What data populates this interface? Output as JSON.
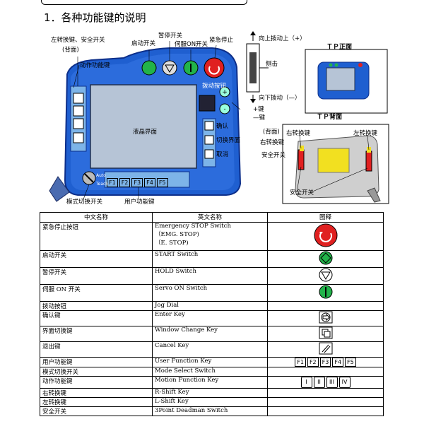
{
  "section_title": "1．各种功能键的说明",
  "diagram_labels": {
    "shift_safety": "左转换键、安全开关",
    "back_side": "(背面)",
    "start_switch": "启动开关",
    "hold_switch": "暂停开关",
    "servo_on_switch": "伺服ON开关",
    "emergency_stop": "紧急停止",
    "jog_up": "向上拨动上（+）",
    "jog_press": "侧击",
    "jog_down": "向下拨动（—）",
    "jog_dial": "拨动按钮",
    "plus_key": "+键",
    "minus_key": "—键",
    "motion_keys": "动作功能键",
    "lcd": "液晶界面",
    "confirm": "确认",
    "window_switch": "切换界面",
    "cancel": "取消",
    "right_shift_back": "(背面)",
    "right_shift": "右转换键",
    "safety_switch": "安全开关",
    "mode_switch": "模式切换开关",
    "user_keys": "用户功能键",
    "auto_label": "Auto",
    "teach_label": "Teach",
    "tp_front": "ＴＰ正面",
    "tp_back": "ＴＰ背面",
    "back_right_shift": "右转换键",
    "back_left_shift": "左转换键",
    "back_safety": "安全开关"
  },
  "function_keys": [
    "F1",
    "F2",
    "F3",
    "F4",
    "F5"
  ],
  "motion_key_labels": [
    "I",
    "II",
    "III",
    "IV"
  ],
  "table": {
    "headers": [
      "中文名称",
      "英文名称",
      "图释"
    ],
    "rows": [
      {
        "cn": "紧急停止按钮",
        "en": [
          "Emergency STOP Switch",
          "（EMG. STOP)",
          "（E. STOP)"
        ],
        "icon": "emergency-stop-icon"
      },
      {
        "cn": "启动开关",
        "en": [
          "START Switch"
        ],
        "icon": "start-icon"
      },
      {
        "cn": "暂停开关",
        "en": [
          "HOLD Switch"
        ],
        "icon": "hold-icon"
      },
      {
        "cn": "伺服 ON 开关",
        "en": [
          "Servo ON Switch"
        ],
        "icon": "servo-on-icon"
      },
      {
        "cn": "拨动按钮",
        "en": [
          "Jog Dial"
        ],
        "icon": ""
      },
      {
        "cn": "确认键",
        "en": [
          "Enter Key"
        ],
        "icon": "enter-key-icon"
      },
      {
        "cn": "界面切换键",
        "en": [
          "Window Change Key"
        ],
        "icon": "window-change-icon"
      },
      {
        "cn": "退出键",
        "en": [
          "Cancel Key"
        ],
        "icon": "cancel-key-icon"
      },
      {
        "cn": "用户功能键",
        "en": [
          "User Function Key"
        ],
        "icon": "function-keys-icon"
      },
      {
        "cn": "模式切换开关",
        "en": [
          "Mode Select Switch"
        ],
        "icon": ""
      },
      {
        "cn": "动作功能键",
        "en": [
          "Motion Function Key"
        ],
        "icon": "motion-keys-icon"
      },
      {
        "cn": "右转换键",
        "en": [
          "R-Shift Key"
        ],
        "icon": ""
      },
      {
        "cn": "左转换键",
        "en": [
          "L-Shift Key"
        ],
        "icon": ""
      },
      {
        "cn": "安全开关",
        "en": [
          "3Point Deadman Switch"
        ],
        "icon": ""
      }
    ]
  },
  "colors": {
    "body_blue": "#1f5fd0",
    "body_dark": "#0d2f8a",
    "screen": "#b6c4d6",
    "green": "#22b34a",
    "red": "#e02020",
    "yellow": "#f2e020"
  }
}
